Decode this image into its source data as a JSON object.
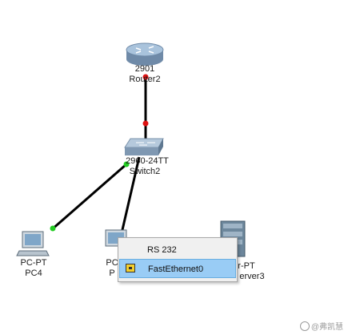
{
  "devices": {
    "router": {
      "model": "2901",
      "name": "Router2"
    },
    "switch": {
      "model": "2960-24TT",
      "name": "Switch2"
    },
    "pc4": {
      "model": "PC-PT",
      "name": "PC4"
    },
    "pc5": {
      "model": "PC",
      "name": "P"
    },
    "server": {
      "model": "r-PT",
      "name": "erver3"
    }
  },
  "context_menu": {
    "items": [
      {
        "label": "RS 232",
        "selected": false
      },
      {
        "label": "FastEthernet0",
        "selected": true,
        "icon": "ethernet-port-icon"
      }
    ]
  },
  "link_status_colors": {
    "down": "#dd1111",
    "up": "#22cc22"
  },
  "watermark": {
    "text": "@弗凯慧"
  }
}
